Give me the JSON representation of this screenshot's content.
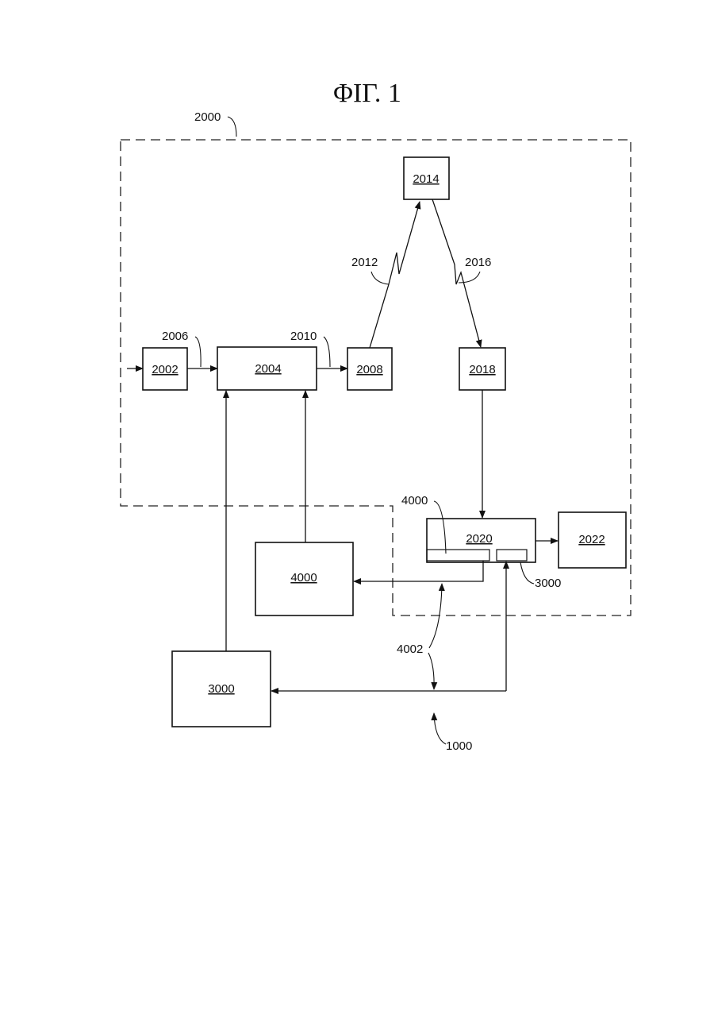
{
  "figure": {
    "title": "ΦΙΓ. 1"
  },
  "boundary_labels": {
    "system": "2000",
    "overall": "1000"
  },
  "blocks": {
    "b2002": "2002",
    "b2004": "2004",
    "b2008": "2008",
    "b2014": "2014",
    "b2018": "2018",
    "b2020": "2020",
    "b2022": "2022",
    "b4000": "4000",
    "b3000": "3000"
  },
  "reference_labels": {
    "r2006": "2006",
    "r2010": "2010",
    "r2012": "2012",
    "r2016": "2016",
    "r4000": "4000",
    "r3000": "3000",
    "r4002": "4002"
  }
}
